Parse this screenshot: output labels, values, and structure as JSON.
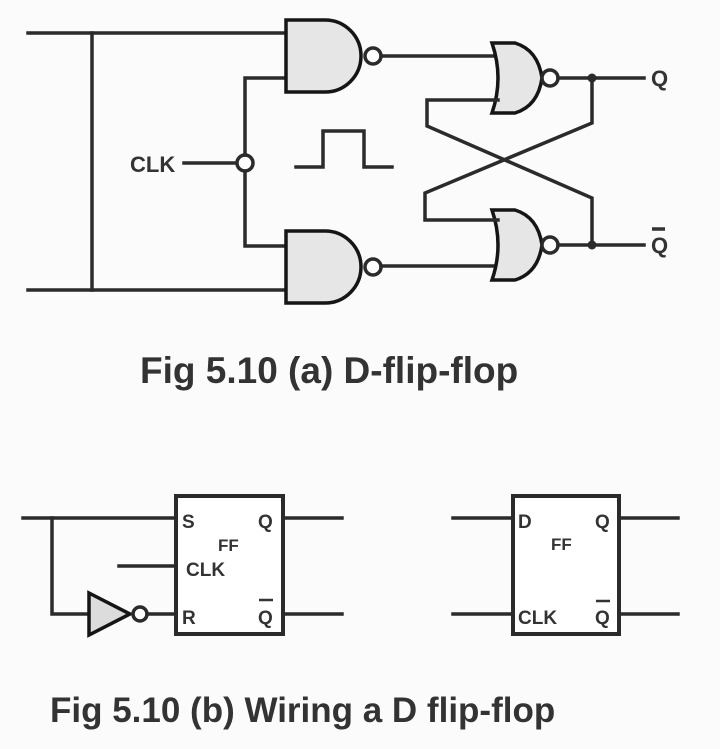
{
  "figure_a": {
    "caption": "Fig 5.10 (a) D-flip-flop",
    "labels": {
      "clk": "CLK",
      "q": "Q",
      "q_bar": "Q"
    },
    "components": [
      "NAND gate (top)",
      "NAND gate (bottom)",
      "NOR gate (top)",
      "NOR gate (bottom)",
      "clock inverter bubble",
      "clock pulse symbol"
    ]
  },
  "figure_b": {
    "caption": "Fig 5.10 (b) Wiring a D flip-flop",
    "sr_ff": {
      "name": "FF",
      "inputs": [
        "S",
        "CLK",
        "R"
      ],
      "outputs": [
        "Q",
        "Q"
      ],
      "output_bar": [
        false,
        true
      ]
    },
    "d_ff": {
      "name": "FF",
      "inputs": [
        "D",
        "CLK"
      ],
      "outputs": [
        "Q",
        "Q"
      ],
      "output_bar": [
        false,
        true
      ]
    }
  },
  "colors": {
    "background": "#fbfbfb",
    "ink": "#2b2b2b",
    "gate_fill": "#e6e6e6"
  }
}
